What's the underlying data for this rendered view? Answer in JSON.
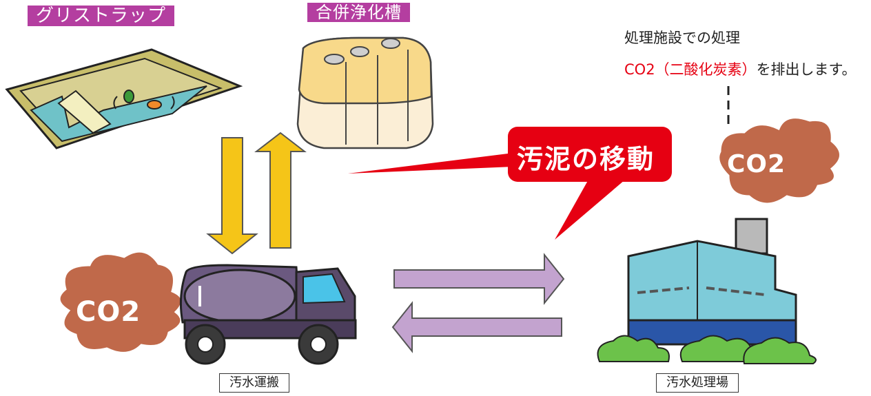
{
  "labels": {
    "grease_trap": "グリストラップ",
    "septic_tank": "合併浄化槽",
    "sewage_transport": "汚水運搬",
    "treatment_plant": "汚水処理場"
  },
  "note": {
    "line1": "処理施設での処理",
    "line2_red": "CO2（二酸化炭素）",
    "line2_black": "を排出します。"
  },
  "callout": "汚泥の移動",
  "co2_truck": "CO2",
  "co2_factory": "CO2",
  "colors": {
    "label_bg": "#b43ea0",
    "callout_red": "#e60012",
    "co2_brown": "#c0694a",
    "arrow_yellow": "#f5c518",
    "arrow_purple": "#c3a3cf",
    "truck_body": "#5a4a6a",
    "factory_blue": "#7ecbd9",
    "factory_base": "#2a56a8",
    "bush_green": "#6cc24a"
  }
}
